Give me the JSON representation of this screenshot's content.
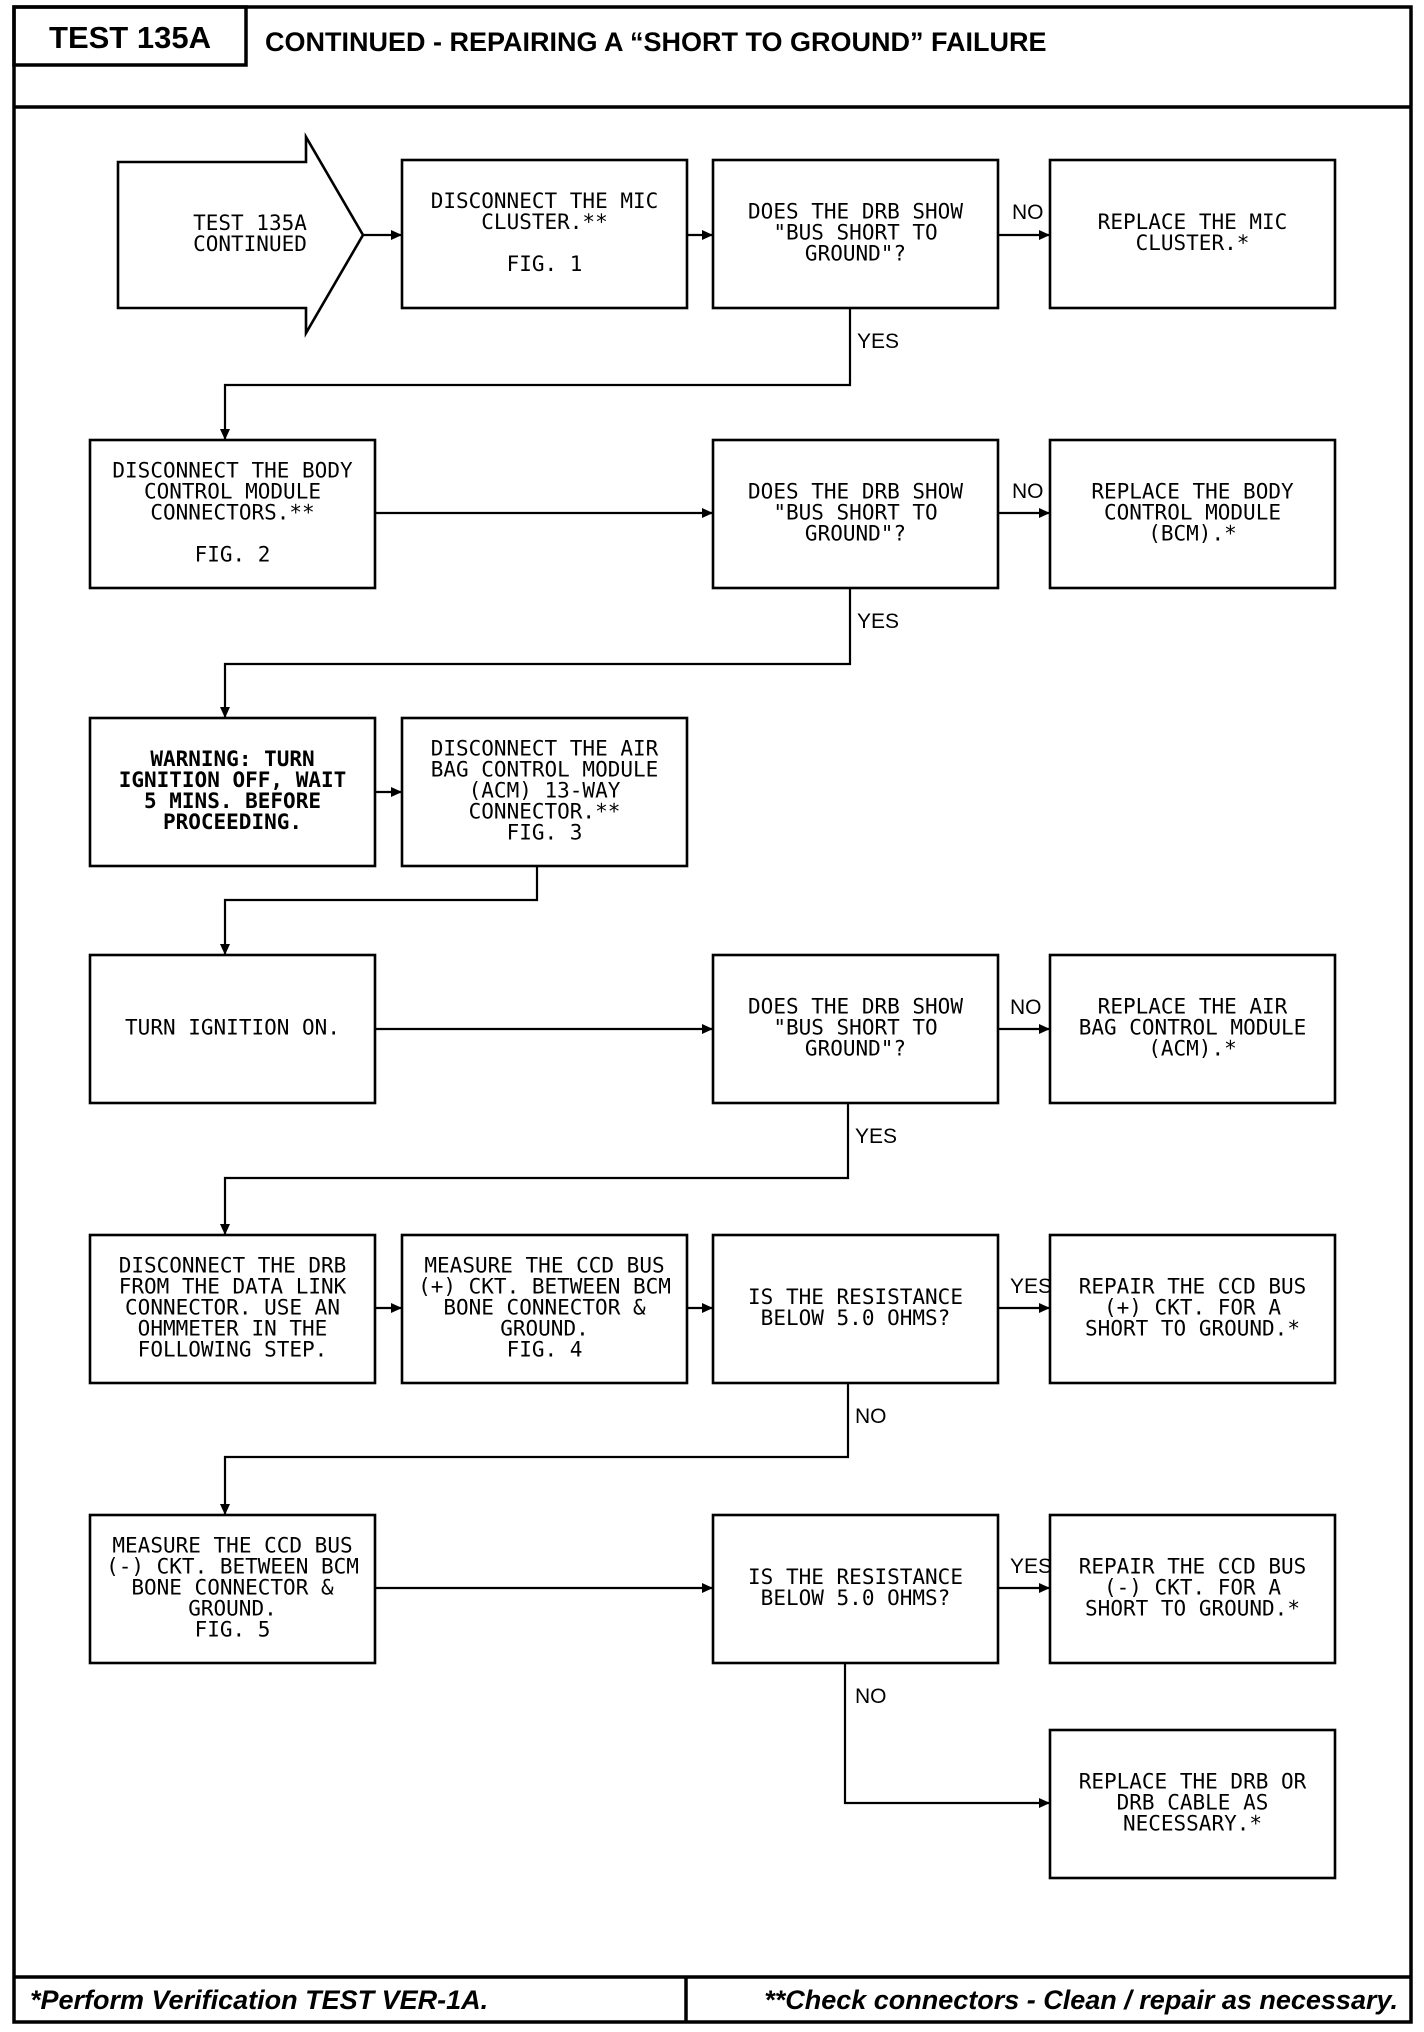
{
  "header": {
    "test_id": "TEST 135A",
    "title": "CONTINUED - REPAIRING A “SHORT TO GROUND” FAILURE"
  },
  "nodes": {
    "start": [
      "TEST 135A",
      "CONTINUED"
    ],
    "disc_mic": [
      "DISCONNECT THE MIC",
      "CLUSTER.**",
      "",
      "FIG. 1"
    ],
    "q1": [
      "DOES THE DRB SHOW",
      "\"BUS SHORT TO",
      "GROUND\"?"
    ],
    "replace_mic": [
      "REPLACE THE MIC",
      "CLUSTER.*"
    ],
    "disc_bcm": [
      "DISCONNECT THE BODY",
      "CONTROL MODULE",
      "CONNECTORS.**",
      "",
      "FIG. 2"
    ],
    "q2": [
      "DOES THE DRB SHOW",
      "\"BUS SHORT TO",
      "GROUND\"?"
    ],
    "replace_bcm": [
      "REPLACE THE BODY",
      "CONTROL MODULE",
      "(BCM).*"
    ],
    "warning": [
      "WARNING: TURN",
      "IGNITION OFF, WAIT",
      "5 MINS. BEFORE",
      "PROCEEDING."
    ],
    "disc_acm": [
      "DISCONNECT THE AIR",
      "BAG CONTROL MODULE",
      "(ACM) 13-WAY",
      "CONNECTOR.**",
      "FIG. 3"
    ],
    "ign_on": [
      "TURN IGNITION ON."
    ],
    "q3": [
      "DOES THE DRB SHOW",
      "\"BUS SHORT TO",
      "GROUND\"?"
    ],
    "replace_acm": [
      "REPLACE THE AIR",
      "BAG CONTROL MODULE",
      "(ACM).*"
    ],
    "disc_drb": [
      "DISCONNECT THE DRB",
      "FROM THE DATA LINK",
      "CONNECTOR. USE AN",
      "OHMMETER IN THE",
      "FOLLOWING STEP."
    ],
    "measure_plus": [
      "MEASURE THE CCD BUS",
      "(+) CKT. BETWEEN BCM",
      "BONE CONNECTOR &",
      "GROUND.",
      "FIG. 4"
    ],
    "q4": [
      "IS THE RESISTANCE",
      "BELOW 5.0 OHMS?"
    ],
    "repair_plus": [
      "REPAIR THE CCD BUS",
      "(+) CKT. FOR A",
      "SHORT TO GROUND.*"
    ],
    "measure_minus": [
      "MEASURE THE CCD BUS",
      "(-) CKT. BETWEEN BCM",
      "BONE CONNECTOR &",
      "GROUND.",
      "FIG. 5"
    ],
    "q5": [
      "IS THE RESISTANCE",
      "BELOW 5.0 OHMS?"
    ],
    "repair_minus": [
      "REPAIR THE CCD BUS",
      "(-) CKT. FOR A",
      "SHORT TO GROUND.*"
    ],
    "replace_drb": [
      "REPLACE THE DRB OR",
      "DRB CABLE AS",
      "NECESSARY.*"
    ]
  },
  "edge_labels": {
    "q1_no": "NO",
    "q1_yes": "YES",
    "q2_no": "NO",
    "q2_yes": "YES",
    "q3_no": "NO",
    "q3_yes": "YES",
    "q4_yes": "YES",
    "q4_no": "NO",
    "q5_yes": "YES",
    "q5_no": "NO"
  },
  "footer": {
    "left": "*Perform Verification TEST VER-1A.",
    "right": "**Check connectors - Clean / repair as necessary."
  }
}
